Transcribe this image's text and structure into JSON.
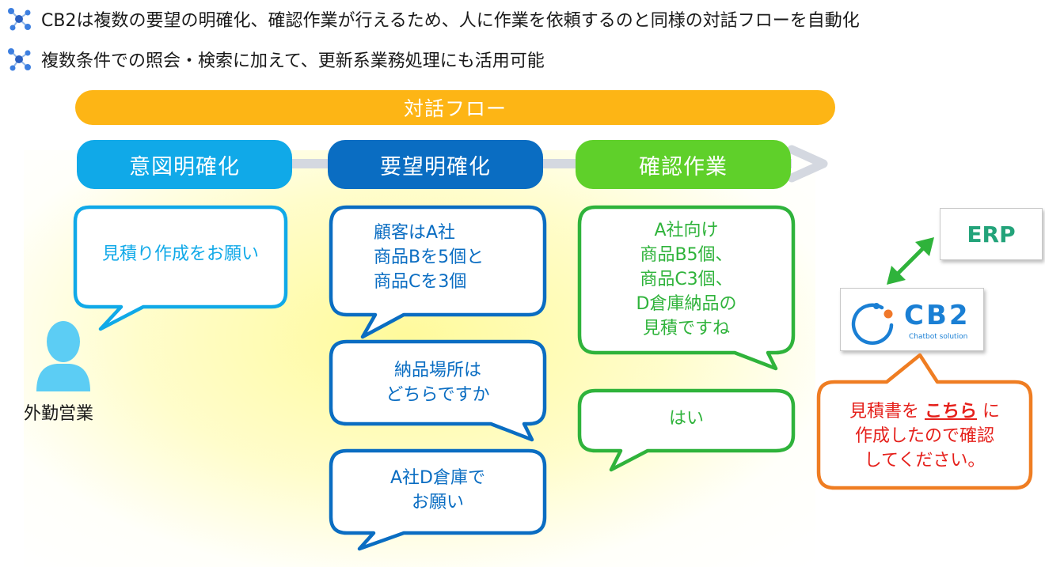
{
  "bullets": [
    {
      "icon": "molecule-icon",
      "text": "CB2は複数の要望の明確化、確認作業が行えるため、人に作業を依頼するのと同様の対話フローを自動化"
    },
    {
      "icon": "molecule-icon",
      "text": "複数条件での照会・検索に加えて、更新系業務処理にも活用可能"
    }
  ],
  "flow_label": "対話フロー",
  "stages": [
    "意図明確化",
    "要望明確化",
    "確認作業"
  ],
  "bubbles": {
    "user_request": "見積り作成をお願い",
    "customer_query": "顧客はA社\n商品Bを5個と\n商品Cを3個",
    "delivery_question": "納品場所は\nどちらですか",
    "delivery_answer": "A社D倉庫で\nお願い",
    "confirm": "A社向け\n商品B5個、\n商品C3個、\nD倉庫納品の\n見積ですね",
    "yes": "はい"
  },
  "person_label": "外勤営業",
  "erp_label": "ERP",
  "cb2": {
    "name": "CB2",
    "sub": "Chatbot solution"
  },
  "result": {
    "pre": "見積書を ",
    "link": "こちら",
    "post": " に\n作成したので確認\nしてください。"
  },
  "colors": {
    "banner": "#fdb515",
    "stage1": "#10a9e8",
    "stage2": "#0a6dc2",
    "stage3": "#5fd02a",
    "result_border": "#ef7d22",
    "result_text": "#e5201b",
    "erp_text": "#23a37a",
    "cb2_blue": "#1a7fd4"
  }
}
